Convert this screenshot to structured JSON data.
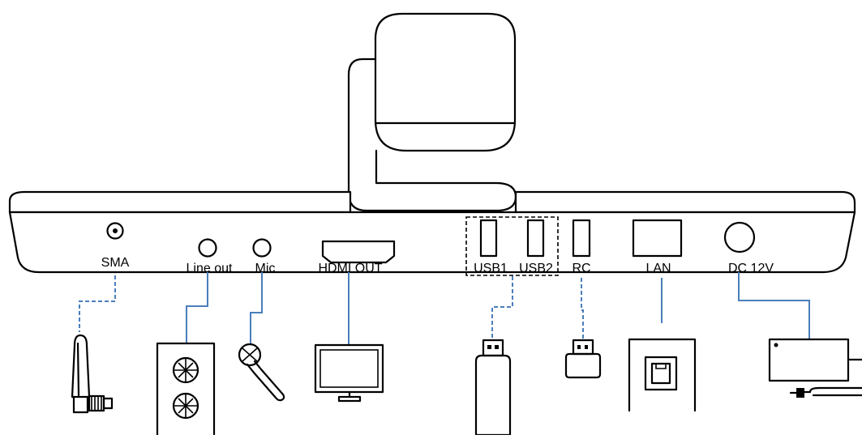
{
  "ports": {
    "sma": "SMA",
    "line_out": "Line out",
    "mic": "Mic",
    "hdmi_out": "HDMI OUT",
    "usb1": "USB1",
    "usb2": "USB2",
    "rc": "RC",
    "lan": "LAN",
    "dc": "DC 12V"
  },
  "colors": {
    "outline": "#000000",
    "connection": "#4a7ebb"
  },
  "icons": [
    "antenna-icon",
    "speaker-icon",
    "microphone-icon",
    "monitor-icon",
    "usb-drive-icon",
    "rc-dongle-icon",
    "ethernet-wall-jack-icon",
    "power-adapter-icon"
  ]
}
